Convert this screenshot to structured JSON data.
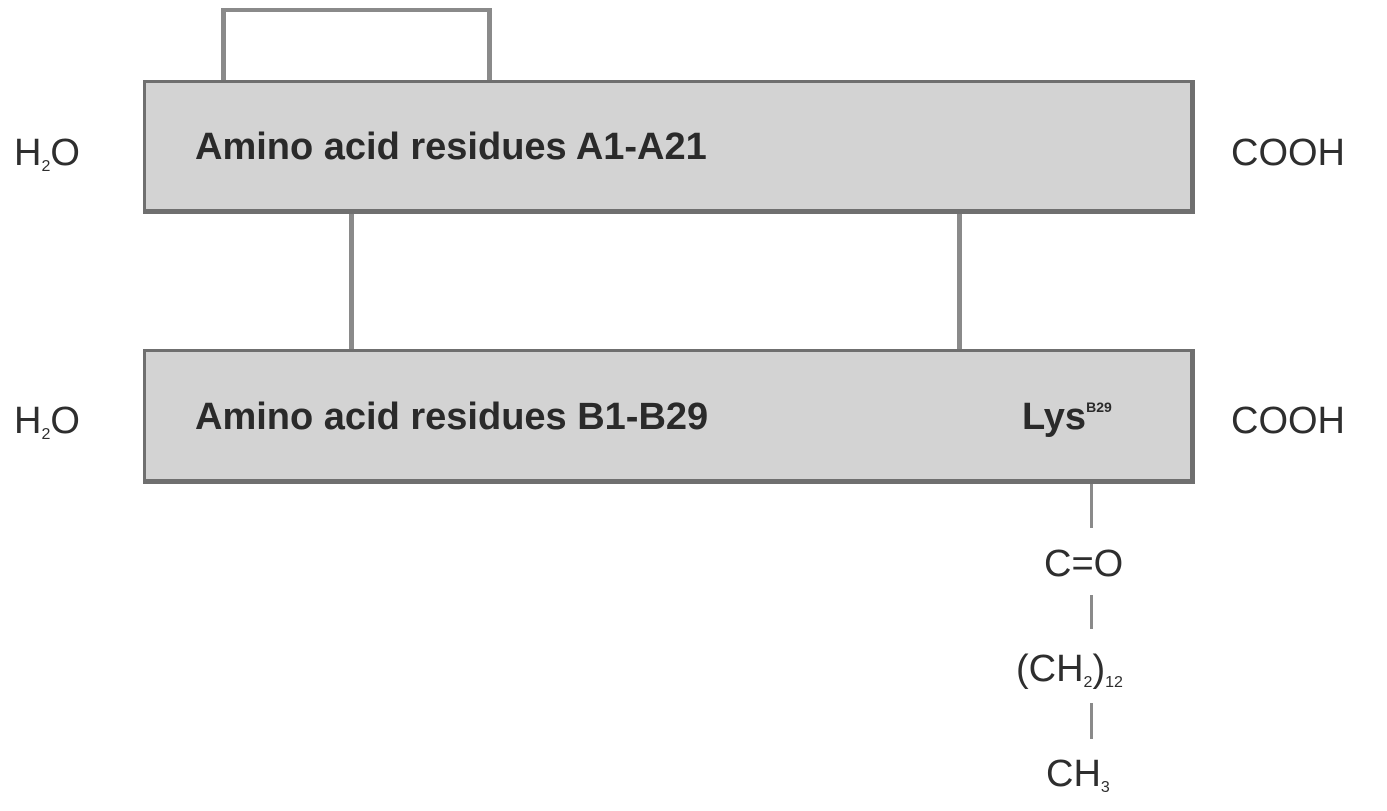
{
  "chain_a": {
    "n_terminus": {
      "base": "H",
      "sub": "2",
      "tail": "O"
    },
    "label": "Amino acid residues A1-A21",
    "c_terminus": "COOH"
  },
  "chain_b": {
    "n_terminus": {
      "base": "H",
      "sub": "2",
      "tail": "O"
    },
    "label": "Amino acid residues B1-B29",
    "lysine": {
      "base": "Lys",
      "sup": "B29"
    },
    "c_terminus": "COOH"
  },
  "side_chain": {
    "carbonyl": "C=O",
    "methylene": {
      "open": "(CH",
      "sub": "2",
      "close": ")",
      "repeat": "12"
    },
    "methyl": {
      "base": "CH",
      "sub": "3"
    }
  },
  "colors": {
    "box_fill": "#d3d3d3",
    "box_border": "#6f6f6f",
    "connector": "#8a8a8a",
    "text": "#2a2a2a"
  }
}
